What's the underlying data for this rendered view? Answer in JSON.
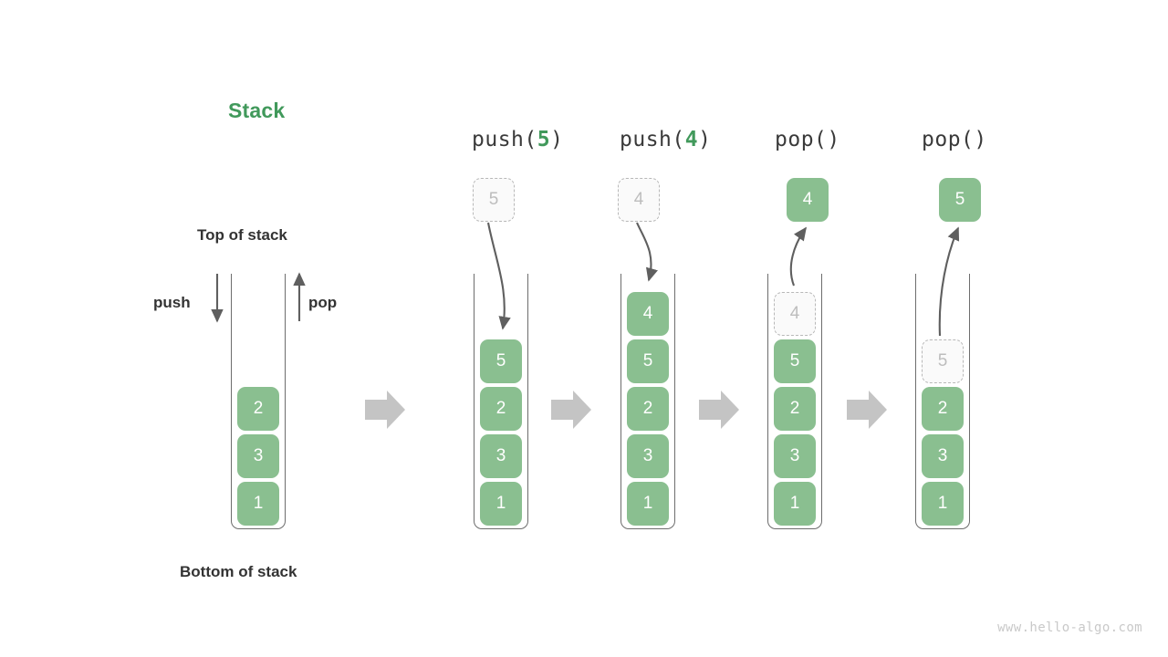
{
  "diagram": {
    "title": "Stack",
    "title_color": "#41995b",
    "top_label": "Top of stack",
    "bottom_label": "Bottom of stack",
    "push_label": "push",
    "pop_label": "pop",
    "watermark": "www.hello-algo.com",
    "cell_color": "#8ABF90",
    "ghost_color": "#fafafa",
    "arrow_color": "#c4c4c4",
    "stroke_color": "#6d6d6d"
  },
  "panels": [
    {
      "id": "initial",
      "header": "",
      "header_prefix": "",
      "header_arg": "",
      "header_suffix": "",
      "stack": [
        "2",
        "3",
        "1"
      ],
      "float_cell": null,
      "ghost_in_stack": null
    },
    {
      "id": "push-5",
      "header": "push(5)",
      "header_prefix": "push(",
      "header_arg": "5",
      "header_suffix": ")",
      "stack": [
        "5",
        "2",
        "3",
        "1"
      ],
      "float_cell": {
        "value": "5",
        "style": "ghost"
      },
      "ghost_in_stack": null,
      "flow": "down"
    },
    {
      "id": "push-4",
      "header": "push(4)",
      "header_prefix": "push(",
      "header_arg": "4",
      "header_suffix": ")",
      "stack": [
        "4",
        "5",
        "2",
        "3",
        "1"
      ],
      "float_cell": {
        "value": "4",
        "style": "ghost"
      },
      "ghost_in_stack": null,
      "flow": "down"
    },
    {
      "id": "pop-1",
      "header": "pop()",
      "header_prefix": "pop(",
      "header_arg": "",
      "header_suffix": ")",
      "stack": [
        "5",
        "2",
        "3",
        "1"
      ],
      "float_cell": {
        "value": "4",
        "style": "solid"
      },
      "ghost_in_stack": {
        "value": "4"
      },
      "flow": "up"
    },
    {
      "id": "pop-2",
      "header": "pop()",
      "header_prefix": "pop(",
      "header_arg": "",
      "header_suffix": ")",
      "stack": [
        "2",
        "3",
        "1"
      ],
      "float_cell": {
        "value": "5",
        "style": "solid"
      },
      "ghost_in_stack": {
        "value": "5"
      },
      "flow": "up"
    }
  ],
  "cells": {
    "initial": [
      "2",
      "3",
      "1"
    ],
    "push5": [
      "5",
      "2",
      "3",
      "1"
    ],
    "push4": [
      "4",
      "5",
      "2",
      "3",
      "1"
    ],
    "pop1_ghost": "4",
    "pop1": [
      "5",
      "2",
      "3",
      "1"
    ],
    "pop1_float": "4",
    "pop2_ghost": "5",
    "pop2": [
      "2",
      "3",
      "1"
    ],
    "pop2_float": "5"
  },
  "headers": {
    "push5": {
      "prefix": "push(",
      "arg": "5",
      "suffix": ")"
    },
    "push4": {
      "prefix": "push(",
      "arg": "4",
      "suffix": ")"
    },
    "pop1": {
      "prefix": "pop(",
      "arg": "",
      "suffix": ")"
    },
    "pop2": {
      "prefix": "pop(",
      "arg": "",
      "suffix": ")"
    }
  }
}
